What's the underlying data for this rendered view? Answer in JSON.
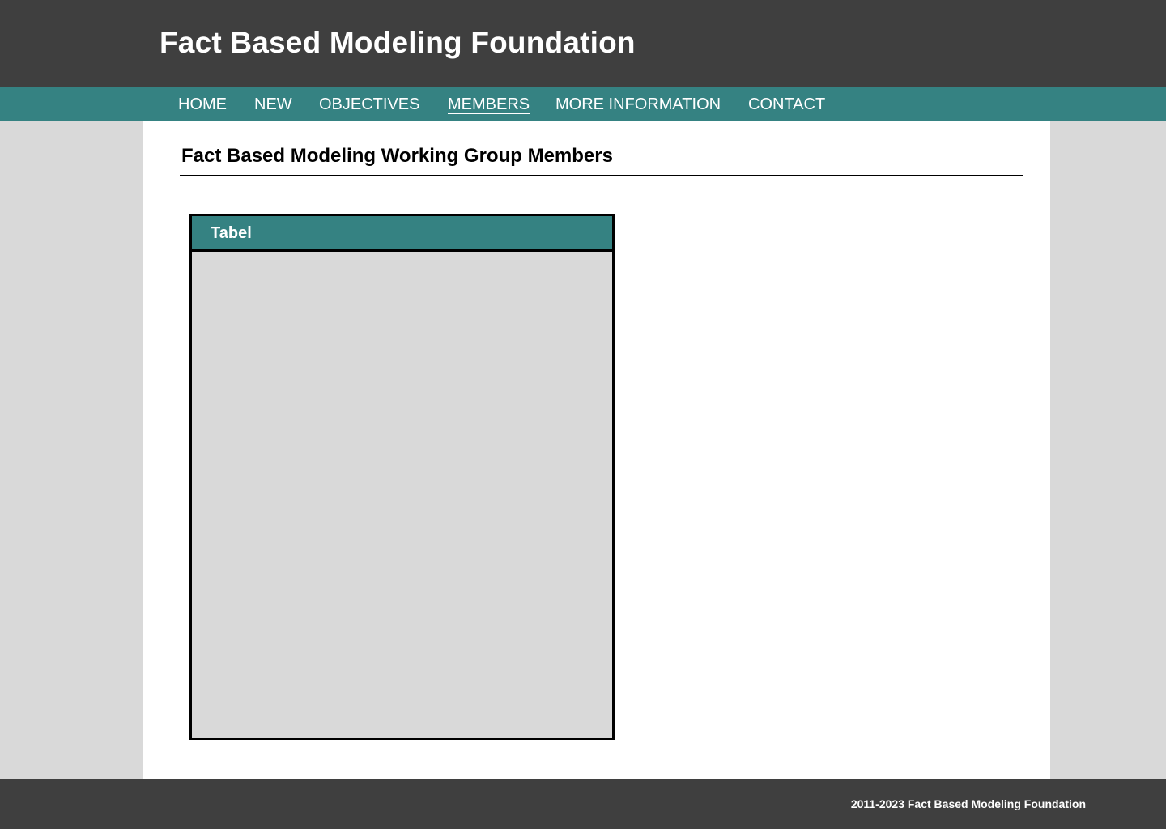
{
  "header": {
    "title": "Fact Based Modeling Foundation"
  },
  "nav": {
    "items": [
      {
        "label": "HOME"
      },
      {
        "label": "NEW"
      },
      {
        "label": "OBJECTIVES"
      },
      {
        "label": "MEMBERS",
        "active": true
      },
      {
        "label": "MORE INFORMATION"
      },
      {
        "label": "CONTACT"
      }
    ]
  },
  "main": {
    "heading": "Fact Based Modeling Working Group Members",
    "table": {
      "title": "Tabel"
    }
  },
  "footer": {
    "text": "2011-2023 Fact Based Modeling Foundation"
  },
  "colors": {
    "header_bg": "#3f3f3f",
    "accent": "#358282",
    "page_bg": "#d9d9d9",
    "content_bg": "#ffffff"
  }
}
